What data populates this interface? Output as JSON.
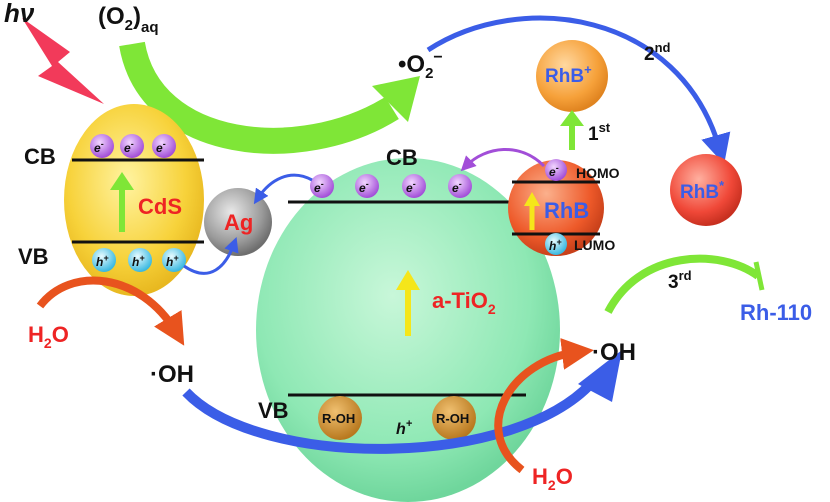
{
  "light": {
    "label": "hν"
  },
  "oxygen": {
    "main": "(O",
    "sub2": "2",
    "close": ")",
    "subaq": "aq"
  },
  "superoxide": {
    "dot": "•O",
    "sub": "2",
    "sup": "−"
  },
  "cds": {
    "cb": "CB",
    "vb": "VB",
    "label": "CdS",
    "electron": "e",
    "electron_sup": "-",
    "hole": "h",
    "hole_sup": "+"
  },
  "ag": {
    "label": "Ag"
  },
  "tio2": {
    "cb": "CB",
    "vb": "VB",
    "label_main": "a-TiO",
    "label_sub": "2",
    "electron": "e",
    "electron_sup": "-",
    "hole": "h",
    "hole_sup": "+",
    "roh": "R-OH"
  },
  "rhb": {
    "label": "RhB",
    "homo": "HOMO",
    "lumo": "LUMO",
    "electron": "e",
    "electron_sup": "-",
    "hole": "h",
    "hole_sup": "+"
  },
  "rhb_plus": {
    "label": "RhB",
    "sup": "+"
  },
  "rhb_star": {
    "label": "RhB",
    "sup": "*"
  },
  "steps": {
    "first": "1",
    "first_sup": "st",
    "second": "2",
    "second_sup": "nd",
    "third": "3",
    "third_sup": "rd"
  },
  "water_left": {
    "h": "H",
    "sub": "2",
    "o": "O"
  },
  "water_bottom": {
    "h": "H",
    "sub": "2",
    "o": "O"
  },
  "hydroxyl_left": {
    "label": "·OH"
  },
  "hydroxyl_right": {
    "label": "·OH"
  },
  "product": {
    "label": "Rh-110"
  },
  "colors": {
    "cds_fill": "#f7d23a",
    "tio2_fill": "#8ee8b4",
    "rhb_fill": "#ee5a2a",
    "rhb_plus_fill": "#f6a13a",
    "ag_fill": "#9a9a9a",
    "blue_arrow": "#3b5de7",
    "green_arrow": "#7fe637",
    "red_arrow": "#e8531e",
    "label_red": "#ee2424",
    "label_blue": "#3b5de7"
  }
}
